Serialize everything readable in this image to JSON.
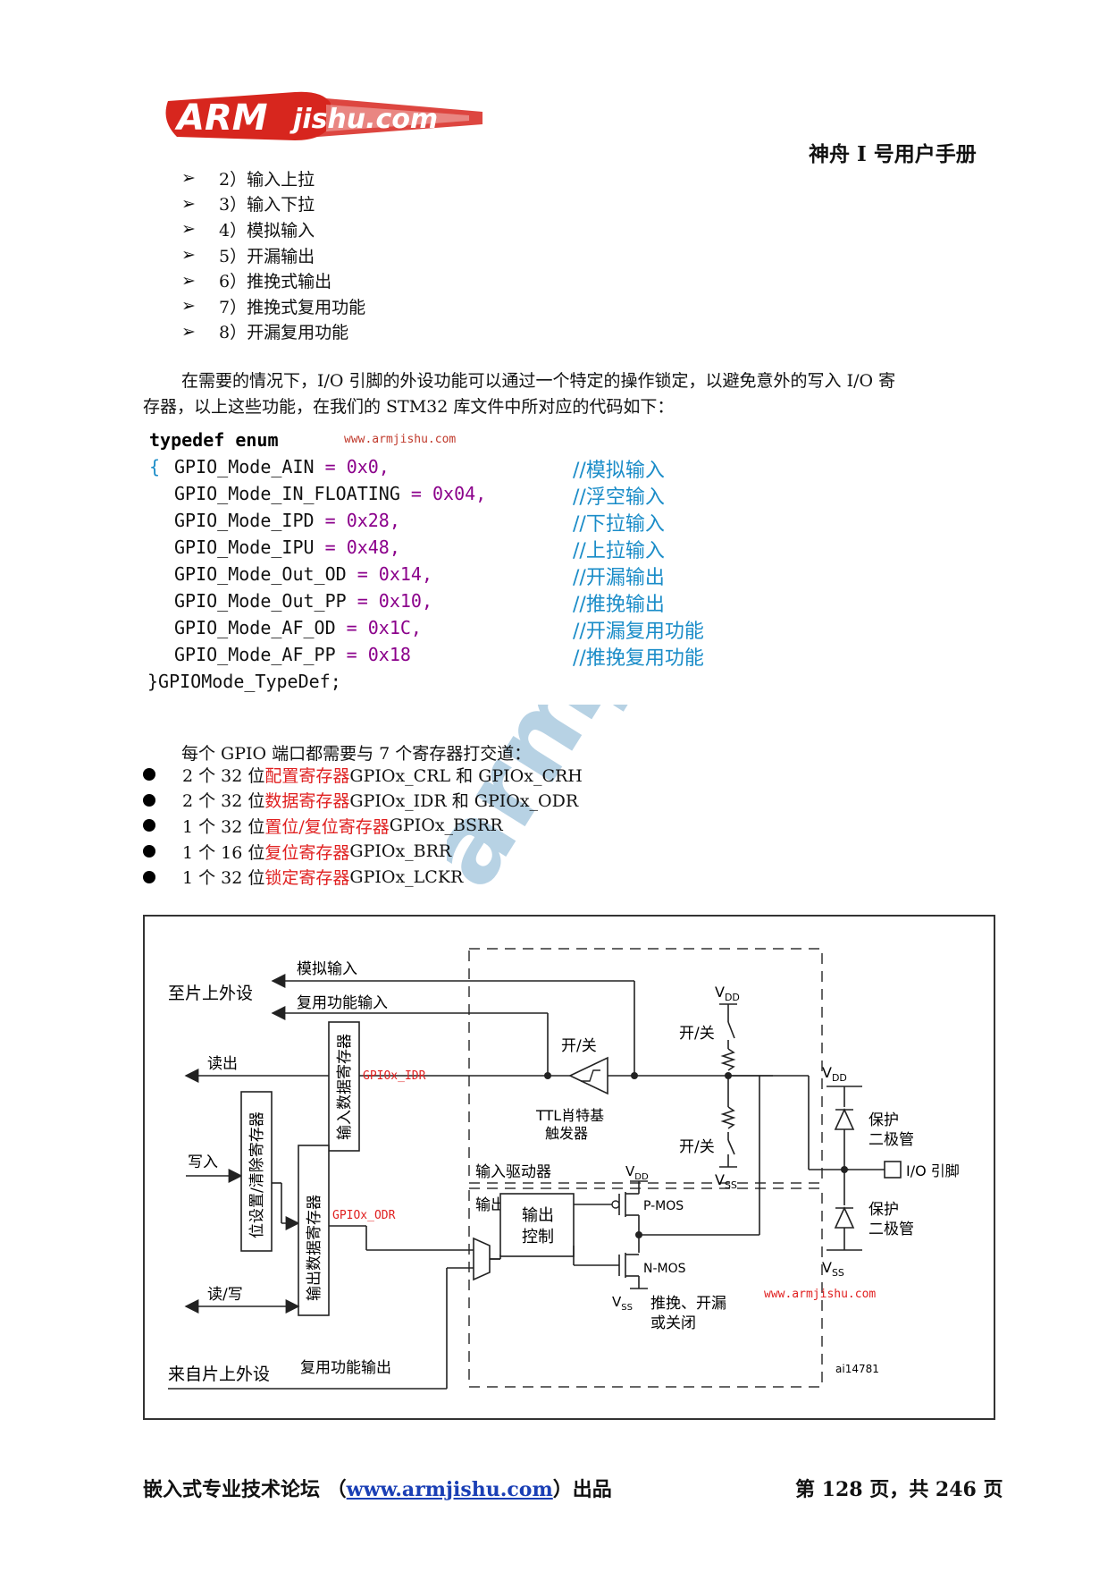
{
  "logo": {
    "brand_left": "ARM",
    "brand_right": "jishu.com"
  },
  "header": {
    "title": "神舟 I 号用户手册"
  },
  "mode_list": [
    "2）输入上拉",
    "3）输入下拉",
    "4）模拟输入",
    "5）开漏输出",
    "6）推挽式输出",
    "7）推挽式复用功能",
    "8）开漏复用功能"
  ],
  "bullet_symbol": "➢",
  "paragraph": {
    "line1": "在需要的情况下，I/O 引脚的外设功能可以通过一个特定的操作锁定，以避免意外的写入 I/O 寄",
    "line2": "存器，以上这些功能，在我们的 STM32 库文件中所对应的代码如下："
  },
  "code": {
    "head": "typedef enum",
    "site": "www.armjishu.com",
    "open_brace": "{",
    "lines": [
      {
        "name": "GPIO_Mode_AIN",
        "eq": "=",
        "val": "0x0,",
        "comment": "//模拟输入"
      },
      {
        "name": "GPIO_Mode_IN_FLOATING",
        "eq": "=",
        "val": "0x04,",
        "comment": "//浮空输入"
      },
      {
        "name": "GPIO_Mode_IPD",
        "eq": "=",
        "val": "0x28,",
        "comment": "//下拉输入"
      },
      {
        "name": "GPIO_Mode_IPU",
        "eq": "=",
        "val": "0x48,",
        "comment": "//上拉输入"
      },
      {
        "name": "GPIO_Mode_Out_OD",
        "eq": "=",
        "val": "0x14,",
        "comment": "//开漏输出"
      },
      {
        "name": "GPIO_Mode_Out_PP",
        "eq": "=",
        "val": "0x10,",
        "comment": "//推挽输出"
      },
      {
        "name": "GPIO_Mode_AF_OD",
        "eq": "=",
        "val": "0x1C,",
        "comment": "//开漏复用功能"
      },
      {
        "name": "GPIO_Mode_AF_PP",
        "eq": "=",
        "val": "0x18",
        "comment": "//推挽复用功能"
      }
    ],
    "close": "}GPIOMode_TypeDef;"
  },
  "registers": {
    "intro": "每个 GPIO 端口都需要与 7 个寄存器打交道：",
    "items": [
      {
        "pre": "2 个 32 位",
        "red": "配置寄存器",
        "post": " GPIOx_CRL 和 GPIOx_CRH"
      },
      {
        "pre": "2 个 32 位",
        "red": "数据寄存器",
        "post": " GPIOx_IDR 和 GPIOx_ODR"
      },
      {
        "pre": "1 个 32 位",
        "red": "置位/复位寄存器",
        "post": " GPIOx_BSRR"
      },
      {
        "pre": "1 个 16 位",
        "red": "复位寄存器",
        "post": " GPIOx_BRR"
      },
      {
        "pre": "1 个 32 位",
        "red": "锁定寄存器",
        "post": " GPIOx_LCKR"
      }
    ]
  },
  "diagram": {
    "to_onchip": "至片上外设",
    "analog_in": "模拟输入",
    "af_in": "复用功能输入",
    "read_out": "读出",
    "write_in": "写入",
    "read_write": "读/写",
    "from_onchip": "来自片上外设",
    "af_out": "复用功能输出",
    "bsr_reg": "位设置/清除寄存器",
    "in_data_reg": "输入数据寄存器",
    "out_data_reg": "输出数据寄存器",
    "idr": "GPIOx_IDR",
    "odr": "GPIOx_ODR",
    "on_off": "开/关",
    "ttl_l1": "TTL肖特基",
    "ttl_l2": "触发器",
    "input_driver": "输入驱动器",
    "output_driver": "输出驱动器",
    "out_ctrl_l1": "输出",
    "out_ctrl_l2": "控制",
    "vdd": "V",
    "vdd_sub": "DD",
    "vss_sub": "SS",
    "pmos": "P-MOS",
    "nmos": "N-MOS",
    "mode_l1": "推挽、开漏",
    "mode_l2": "或关闭",
    "protect_l1": "保护",
    "protect_l2": "二极管",
    "io_pin": "I/O 引脚",
    "site": "www.armjishu.com",
    "fig_id": "ai14781"
  },
  "watermark": "armjishu.com",
  "footer": {
    "left_pre": "嵌入式专业技术论坛 （",
    "link": "www.armjishu.com",
    "left_post": "）出品",
    "right": "第 128 页，共 246 页"
  },
  "colors": {
    "accent_red": "#e02020",
    "logo_red": "#d7261e",
    "comment_blue": "#1a8cc8",
    "watermark": "#9fc3dc"
  }
}
